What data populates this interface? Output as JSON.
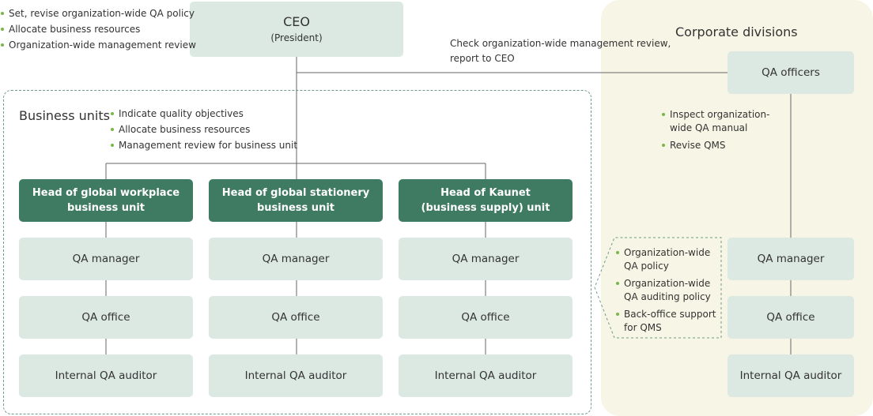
{
  "ceo": {
    "title": "CEO",
    "subtitle": "(President)",
    "responsibilities": [
      "Set, revise organization-wide QA policy",
      "Allocate business resources",
      "Organization-wide management review"
    ]
  },
  "reporting_note": {
    "line1": "Check organization-wide management review,",
    "line2": "report to CEO"
  },
  "business_units": {
    "title": "Business units",
    "responsibilities": [
      "Indicate quality objectives",
      "Allocate business resources",
      "Management review for business unit"
    ],
    "units": [
      {
        "head_line1": "Head of global workplace",
        "head_line2": "business unit",
        "qa_manager": "QA manager",
        "qa_office": "QA office",
        "auditor": "Internal QA auditor"
      },
      {
        "head_line1": "Head of global stationery",
        "head_line2": "business unit",
        "qa_manager": "QA manager",
        "qa_office": "QA office",
        "auditor": "Internal QA auditor"
      },
      {
        "head_line1": "Head of Kaunet",
        "head_line2": "(business supply) unit",
        "qa_manager": "QA manager",
        "qa_office": "QA office",
        "auditor": "Internal QA auditor"
      }
    ]
  },
  "corporate": {
    "title": "Corporate divisions",
    "qa_officers": "QA officers",
    "officer_duties": [
      "Inspect organization-wide QA manual",
      "Revise QMS"
    ],
    "qa_manager": "QA manager",
    "qa_office": "QA office",
    "auditor": "Internal QA auditor",
    "manager_duties": [
      "Organization-wide QA policy",
      "Organization-wide QA auditing policy",
      "Back-office support for QMS"
    ]
  },
  "colors": {
    "box_light": "#dce9e3",
    "box_dark": "#3f7a63",
    "corporate_bg": "#f6f5e6",
    "bullet": "#7ab648",
    "line": "#666666"
  }
}
